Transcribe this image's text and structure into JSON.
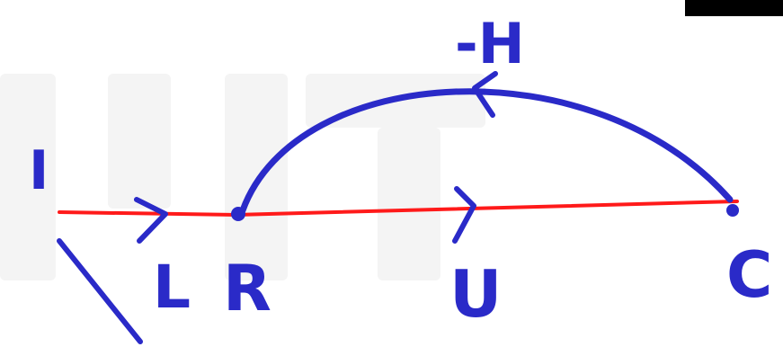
{
  "labels": {
    "start": "I",
    "mid_left": "L",
    "junction": "R",
    "mid_right": "U",
    "end": "C",
    "arc": "-H"
  },
  "colors": {
    "path_line": "#ff1a1a",
    "ink": "#2a2ac8",
    "top_bar": "#000000",
    "background": "#ffffff"
  },
  "icons": {
    "top_bar": "black-rectangle"
  }
}
